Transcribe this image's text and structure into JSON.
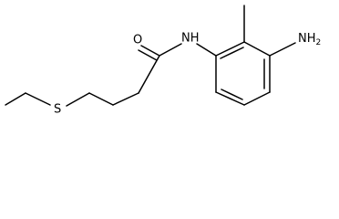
{
  "molecule": {
    "atoms": {
      "oxygen": "O",
      "nitrogen": "NH",
      "sulfur": "S",
      "amine": "NH",
      "amine_subscript": "2"
    }
  },
  "colors": {
    "bond": "#000000",
    "text": "#000000",
    "background": "#ffffff"
  }
}
